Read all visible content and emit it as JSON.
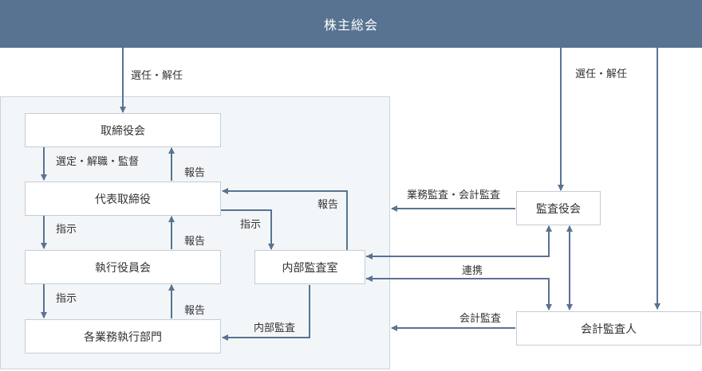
{
  "header": {
    "title": "株主総会"
  },
  "nodes": {
    "board": "取締役会",
    "president": "代表取締役",
    "exec_committee": "執行役員会",
    "departments": "各業務執行部門",
    "internal_audit": "内部監査室",
    "auditors_board": "監査役会",
    "accounting_auditor": "会計監査人"
  },
  "edge_labels": {
    "elect_dismiss_board": "選任・解任",
    "elect_dismiss_auditors": "選任・解任",
    "appoint_supervise": "選定・解職・監督",
    "report_president": "報告",
    "instruct_exec": "指示",
    "report_exec": "報告",
    "instruct_depts": "指示",
    "report_depts": "報告",
    "instruct_internal_audit": "指示",
    "report_internal_audit": "報告",
    "business_accounting_audit": "業務監査・会計監査",
    "cooperation": "連携",
    "accounting_audit": "会計監査",
    "internal_audit_depts": "内部監査"
  },
  "colors": {
    "header_bg": "#587391",
    "line": "#587391",
    "panel_bg": "#f3f6f9",
    "border": "#c4ccd5"
  }
}
